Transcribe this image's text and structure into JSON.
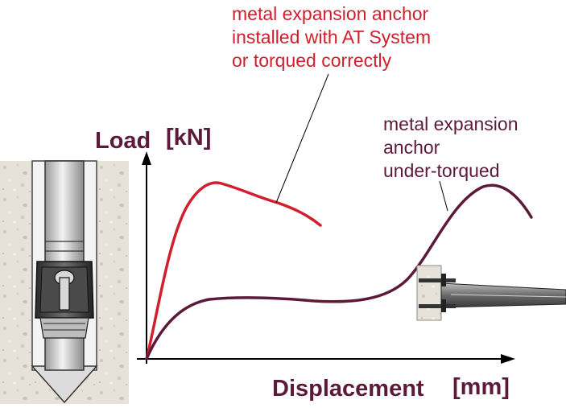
{
  "axes": {
    "y_title": "Load",
    "y_unit": "[kN]",
    "x_title": "Displacement",
    "x_unit": "[mm]"
  },
  "annotations": {
    "correct": [
      "metal expansion anchor",
      "installed with AT System",
      "or torqued correctly"
    ],
    "under": [
      "metal expansion",
      "anchor",
      "under-torqued"
    ]
  },
  "colors": {
    "correct_curve": "#d0202e",
    "under_curve": "#5c1a3a",
    "axis": "#000000",
    "annotation_red": "#d0202e",
    "annotation_dark": "#5c1a3a"
  },
  "icons": [
    "anchor-in-concrete-illustration",
    "bolt-in-wall-illustration"
  ]
}
